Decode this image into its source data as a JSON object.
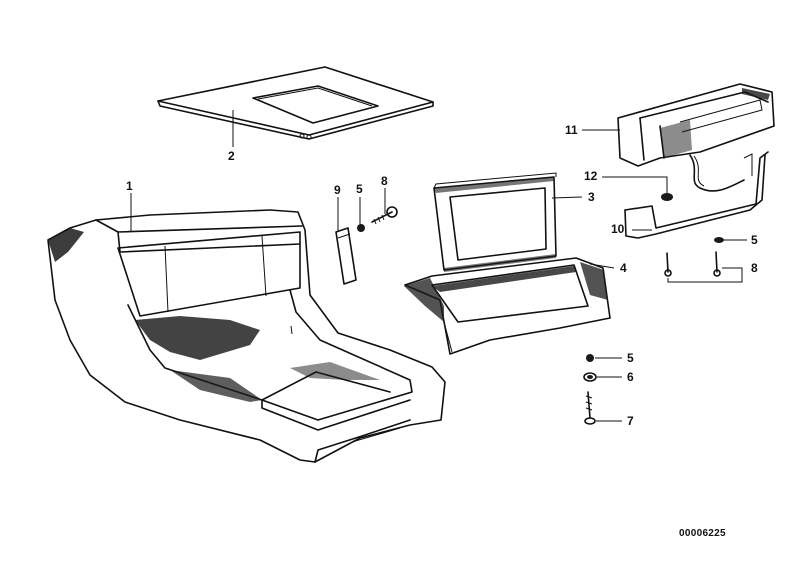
{
  "callouts": {
    "c1": "1",
    "c2": "2",
    "c3": "3",
    "c4": "4",
    "c5a": "5",
    "c5b": "5",
    "c5c": "5",
    "c6": "6",
    "c7": "7",
    "c8a": "8",
    "c8b": "8",
    "c9": "9",
    "c10": "10",
    "c11": "11",
    "c12": "12"
  },
  "diagram_number": "00006225"
}
